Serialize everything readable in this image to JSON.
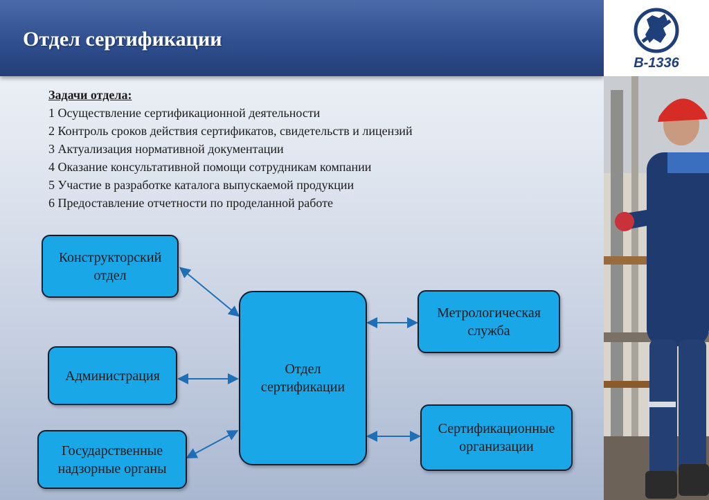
{
  "header": {
    "title": "Отдел сертификации"
  },
  "logo": {
    "text": "В-1336",
    "color": "#1f3f7a"
  },
  "tasks": {
    "heading": "Задачи отдела:",
    "items": [
      "1 Осуществление сертификационной деятельности",
      "2 Контроль сроков действия сертификатов, свидетельств и лицензий",
      "3 Актуализация нормативной документации",
      "4 Оказание консультативной помощи сотрудникам компании",
      "5 Участие в разработке каталога выпускаемой продукции",
      "6 Предоставление отчетности по проделанной работе"
    ]
  },
  "diagram": {
    "center": {
      "line1": "Отдел",
      "line2": "сертификации"
    },
    "left_nodes": [
      {
        "line1": "Конструкторский",
        "line2": "отдел"
      },
      {
        "line1": "Администрация",
        "line2": ""
      },
      {
        "line1": "Государственные",
        "line2": "надзорные органы"
      }
    ],
    "right_nodes": [
      {
        "line1": "Метрологическая",
        "line2": "служба"
      },
      {
        "line1": "Сертификационные",
        "line2": "организации"
      }
    ],
    "colors": {
      "box_fill": "#1aa7e8",
      "box_border": "#0d1f33",
      "arrow": "#1e6fb5"
    }
  }
}
